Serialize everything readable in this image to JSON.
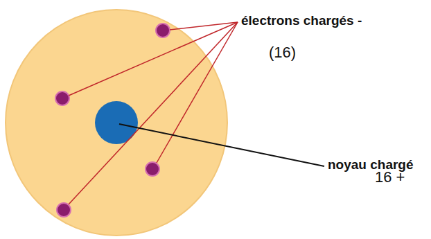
{
  "diagram": {
    "labels": [
      "électrons chargés -",
      "(16)",
      "noyau chargé",
      "16 +"
    ]
  }
}
